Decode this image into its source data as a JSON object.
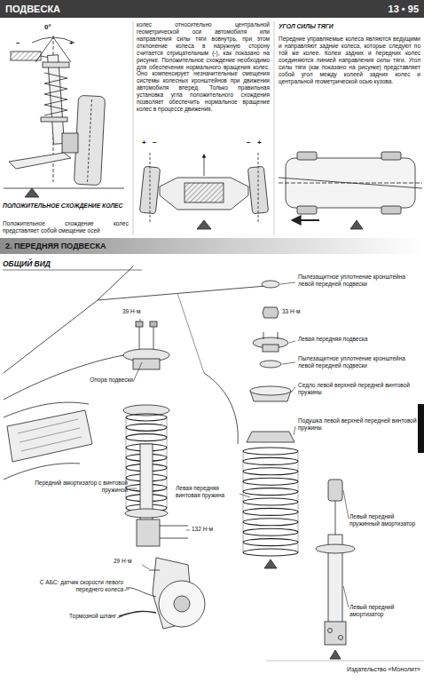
{
  "diagram": {
    "nodes": [
      {
        "text": [
          "ПОДВЕСКА",
          "13 • 95"
        ]
      },
      {
        "text": [
          "2. ПЕРЕДНЯЯ ПОДВЕСКА"
        ]
      }
    ],
    "labels": [
      "−",
      "0°",
      "+",
      "ПОЛОЖИТЕЛЬНОЕ СХОЖДЕНИЕ КОЛЕС",
      "Положительное схождение колес представляет собой смещение осей",
      "колес относительно центральной геометрической оси автомобиля или направления силы тяги вовнутрь, при этом отклонение колеса в наружную сторону считается отрицательным (-), как показано на рисунке. Положительное схождение необходимо для обеспечения нормального вращения колес. Оно компенсирует незначительные смещения системы колесных кронштейнов при движении автомобиля вперед. Только правильная установка угла положительного схождения позволяет обеспечить нормальное вращение колес в процессе движения.",
      "+",
      "−",
      "−",
      "+",
      "УГОЛ СИЛЫ ТЯГИ",
      "Передние управляемые колеса являются ведущими и направляют задние колеса, которые следуют по той же колее. Колеи задних и передних колес соединяются линией направления силы тяги. Угол силы тяги (как показано на рисунке) представляет собой угол между колеей задних колес и центральной геометрической осью кузова.",
      "ОБЩИЙ ВИД",
      "39 Н·м",
      "Опора подвески",
      "Передний амортизатор с винтовой пружиной",
      "132 Н·м",
      "29 Н·м",
      "С АБС: датчик скорости левого переднего колеса",
      "Тормозной шланг",
      "Левая передняя винтовая пружина",
      "Пылезащитное уплотнение кронштейна левой передней подвески",
      "33 Н·м",
      "Левая передняя подвеска",
      "Пылезащитное уплотнение кронштейна левой передней подвески",
      "Седло левой верхней передней винтовой пружины",
      "Подушка левой верхней передней винтовой пружины",
      "Левый передний пружинный амортизатор",
      "Левый передний амортизатор",
      "Издательство «Монолит»"
    ]
  }
}
